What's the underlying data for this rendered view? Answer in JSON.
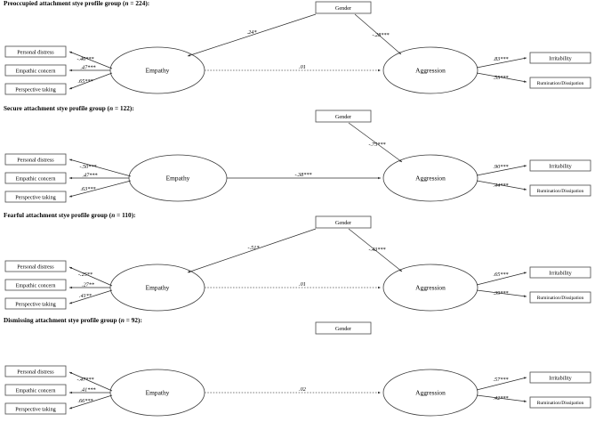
{
  "figure": {
    "type": "path-diagram",
    "description": "Structural equation path models of empathy and aggression by attachment style profile group",
    "node_labels": {
      "gender": "Gender",
      "empathy": "Empathy",
      "aggression": "Aggression",
      "personal_distress": "Personal distress",
      "empathic_concern": "Empathic concern",
      "perspective_taking": "Perspective taking",
      "irritability": "Irritability",
      "rumination": "Rumination/Dissipation"
    }
  },
  "groups": [
    {
      "id": "preoccupied",
      "title_prefix": "Preoccupied attachment stye profile group (",
      "title_n_italic": "n",
      "title_suffix": " = 224):",
      "coefficients": {
        "personal_distress": "-.46***",
        "empathic_concern": ".47***",
        "perspective_taking": ".65***",
        "gender_to_empathy": ".24*",
        "gender_to_aggression": "-.28***",
        "empathy_to_aggression": ".01",
        "irritability": ".83***",
        "rumination": ".55***"
      },
      "empathy_to_aggression_style": "dotted",
      "gender_to_empathy_present": true,
      "gender_to_aggression_present": true
    },
    {
      "id": "secure",
      "title_prefix": "Secure attachment stye profile group (",
      "title_n_italic": "n",
      "title_suffix": " = 122):",
      "coefficients": {
        "personal_distress": "-.50***",
        "empathic_concern": ".47***",
        "perspective_taking": ".63***",
        "gender_to_empathy": "",
        "gender_to_aggression": "-.75***",
        "empathy_to_aggression": "-.38***",
        "irritability": ".90***",
        "rumination": ".44***"
      },
      "empathy_to_aggression_style": "solid",
      "gender_to_empathy_present": false,
      "gender_to_aggression_present": true
    },
    {
      "id": "fearful",
      "title_prefix": "Fearful attachment stye profile group (",
      "title_n_italic": "n",
      "title_suffix": " = 110):",
      "coefficients": {
        "personal_distress": "-.25**",
        "empathic_concern": ".27**",
        "perspective_taking": ".41**",
        "gender_to_empathy": "-.51*",
        "gender_to_aggression": "-.43***",
        "empathy_to_aggression": ".01",
        "irritability": ".65***",
        "rumination": ".39***"
      },
      "empathy_to_aggression_style": "dotted",
      "gender_to_empathy_present": true,
      "gender_to_aggression_present": true
    },
    {
      "id": "dismissing",
      "title_prefix": "Dismissing attachment stye profile group (",
      "title_n_italic": "n",
      "title_suffix": " = 92):",
      "coefficients": {
        "personal_distress": "-.47***",
        "empathic_concern": ".41***",
        "perspective_taking": ".66***",
        "gender_to_empathy": "",
        "gender_to_aggression": "",
        "empathy_to_aggression": ".02",
        "irritability": ".57***",
        "rumination": ".42***"
      },
      "empathy_to_aggression_style": "dotted",
      "gender_to_empathy_present": false,
      "gender_to_aggression_present": false
    }
  ]
}
